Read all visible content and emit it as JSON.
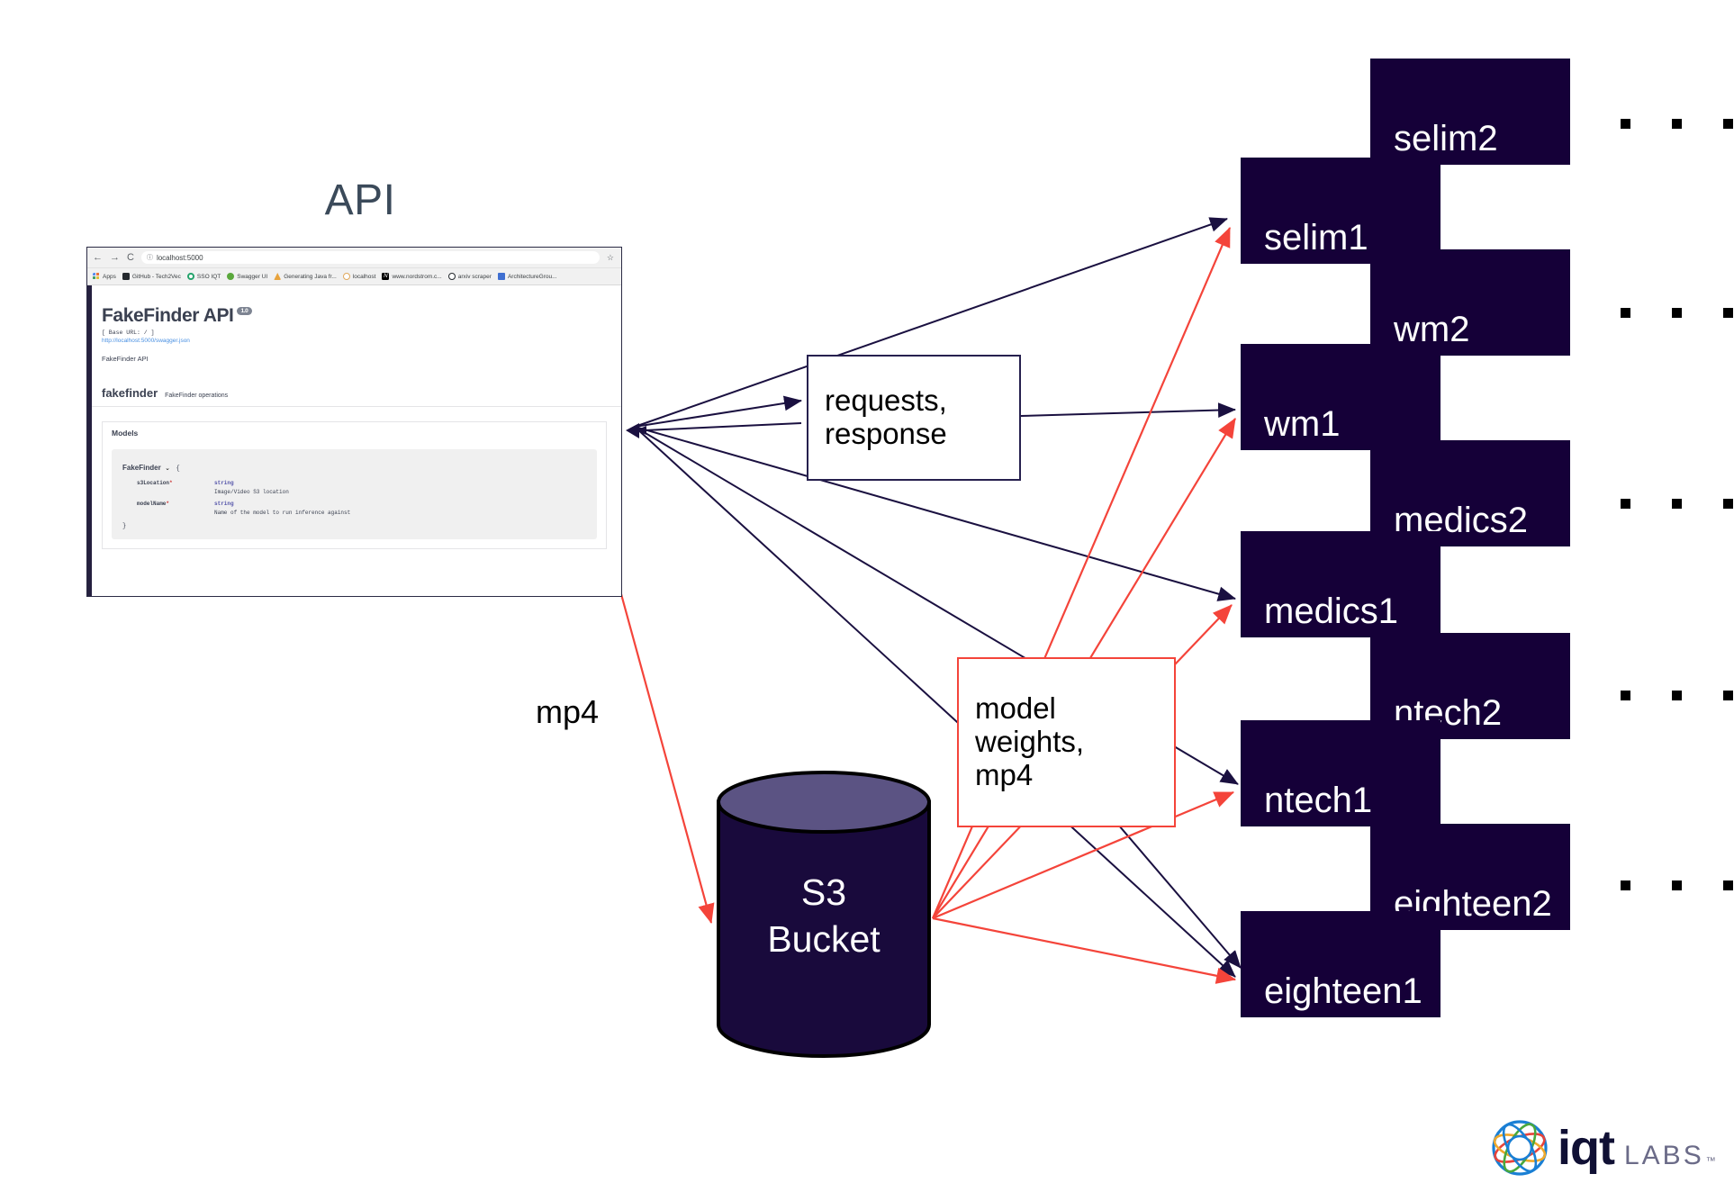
{
  "diagram": {
    "api_label": "API",
    "mp4_label": "mp4",
    "requests_box": {
      "line1": "requests,",
      "line2": "response"
    },
    "weights_box": {
      "line1": "model",
      "line2": "weights,",
      "line3": "mp4"
    },
    "storage": {
      "line1": "S3",
      "line2": "Bucket"
    },
    "colors": {
      "model_box": "#150038",
      "red_arrow": "#f4443a",
      "navy_arrow": "#1a1040",
      "cylinder_top": "#5b5383",
      "cylinder_body": "#190A3C",
      "api_title": "#3b4a5a"
    },
    "ellipsis": "..."
  },
  "browser": {
    "url": "localhost:5000",
    "nav": {
      "back": "←",
      "forward": "→",
      "reload": "C",
      "info": "ⓘ",
      "star": "☆"
    },
    "bookmarks": [
      {
        "label": "Apps",
        "icon": "apps-grid-icon"
      },
      {
        "label": "GitHub - Tech2Vec",
        "icon": "github-dark-icon"
      },
      {
        "label": "SSO IQT",
        "icon": "sso-ring-icon"
      },
      {
        "label": "Swagger UI",
        "icon": "swagger-green-icon"
      },
      {
        "label": "Generating Java fr...",
        "icon": "orange-triangle-icon"
      },
      {
        "label": "localhost",
        "icon": "localhost-circle-icon"
      },
      {
        "label": "www.nordstrom.c...",
        "icon": "nordstrom-n-icon"
      },
      {
        "label": "arxiv scraper",
        "icon": "github-circle-icon"
      },
      {
        "label": "ArchitectureGrou...",
        "icon": "blue-square-icon"
      }
    ]
  },
  "swagger": {
    "title": "FakeFinder API",
    "version": "1.0",
    "base_url": "[ Base URL: / ]",
    "spec_link": "http://localhost:5000/swagger.json",
    "description": "FakeFinder API",
    "tag": "fakefinder",
    "tag_description": "FakeFinder operations",
    "models_header": "Models",
    "schema": {
      "name": "FakeFinder",
      "caret": "⌄",
      "open_brace": "{",
      "close_brace": "}",
      "fields": [
        {
          "name": "s3Location",
          "required": "*",
          "type": "string",
          "desc": "Image/Video S3 location"
        },
        {
          "name": "modelName",
          "required": "*",
          "type": "string",
          "desc": "Name of the model to run inference against"
        }
      ]
    }
  },
  "models": [
    {
      "front": "selim1",
      "back": "selim2"
    },
    {
      "front": "wm1",
      "back": "wm2"
    },
    {
      "front": "medics1",
      "back": "medics2"
    },
    {
      "front": "ntech1",
      "back": "ntech2"
    },
    {
      "front": "eighteen1",
      "back": "eighteen2"
    }
  ],
  "logo": {
    "name": "iqt",
    "suffix": "LABS",
    "tm": "™"
  }
}
